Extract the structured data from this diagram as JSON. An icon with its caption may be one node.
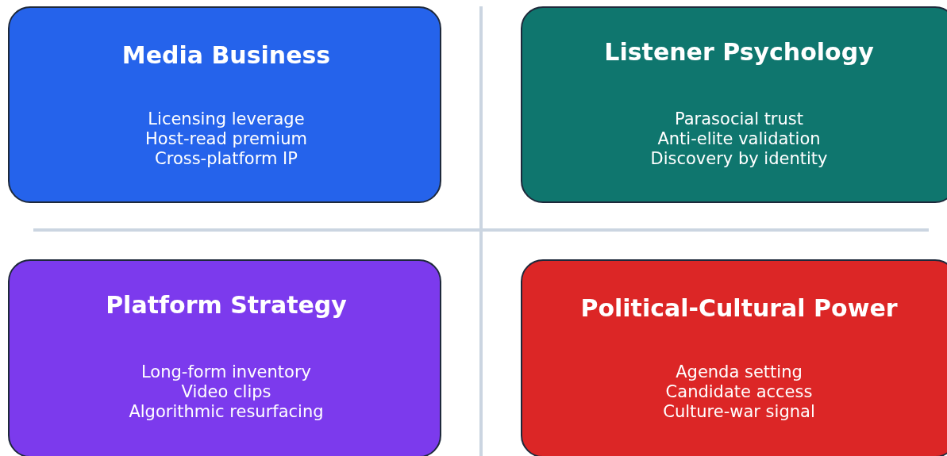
{
  "diagram": {
    "nodes": [
      {
        "text": [
          "Media Business",
          "Licensing leverage",
          "Host-read premium",
          "Cross-platform IP"
        ]
      },
      {
        "text": [
          "Listener Psychology",
          "Parasocial trust",
          "Anti-elite validation",
          "Discovery by identity"
        ]
      },
      {
        "text": [
          "Platform Strategy",
          "Long-form inventory",
          "Video clips",
          "Algorithmic resurfacing"
        ]
      },
      {
        "text": [
          "Political-Cultural Power",
          "Agenda setting",
          "Candidate access",
          "Culture-war signal"
        ]
      }
    ]
  }
}
